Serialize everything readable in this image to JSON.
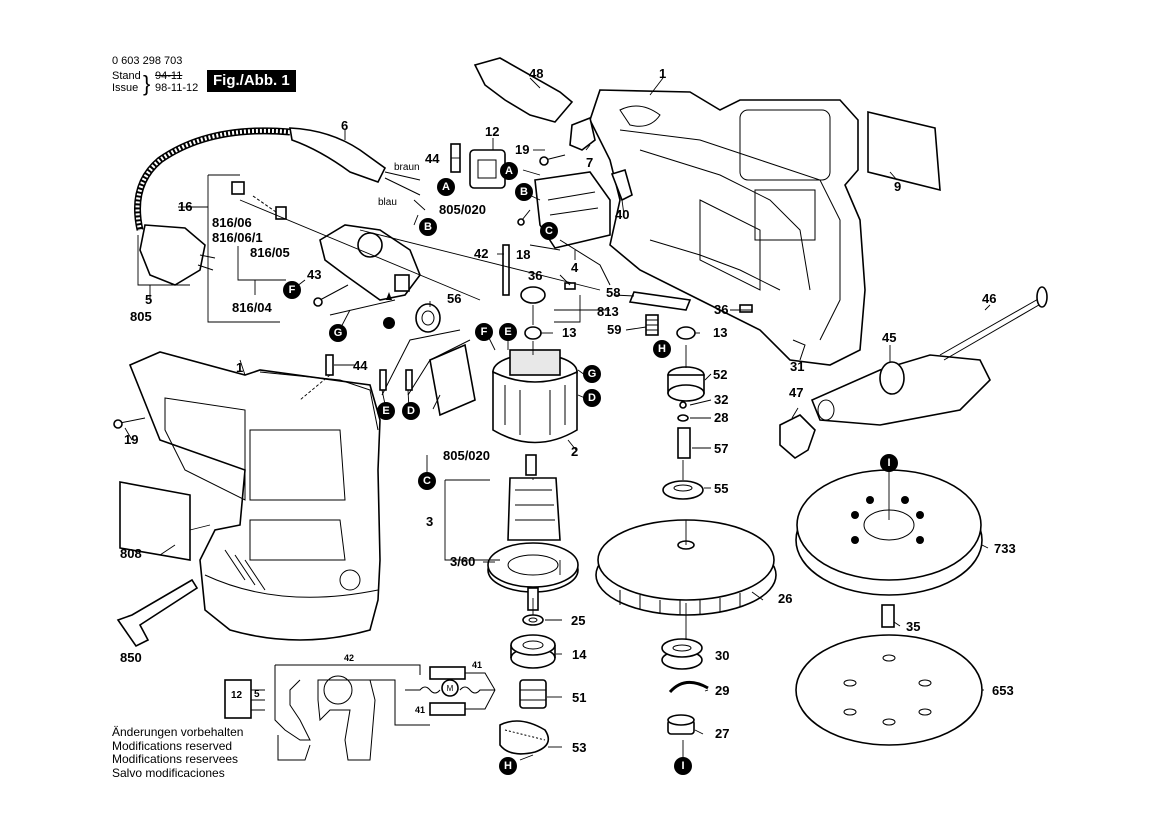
{
  "header": {
    "part_number": "0 603 298 703",
    "stand_label": "Stand",
    "issue_label": "Issue",
    "stand_value": "94-11",
    "issue_value": "98-11-12",
    "figure_label": "Fig./Abb. 1"
  },
  "wire_labels": {
    "braun": "braun",
    "blau": "blau"
  },
  "notes": [
    "Änderungen vorbehalten",
    "Modifications reserved",
    "Modifications reservees",
    "Salvo modificaciones"
  ],
  "callouts": [
    "A",
    "A",
    "B",
    "B",
    "C",
    "C",
    "D",
    "D",
    "E",
    "E",
    "F",
    "F",
    "G",
    "G",
    "H",
    "H",
    "I",
    "I"
  ],
  "part_labels": [
    "1",
    "1",
    "2",
    "3",
    "3/60",
    "4",
    "5",
    "6",
    "7",
    "9",
    "12",
    "13",
    "13",
    "14",
    "16",
    "18",
    "19",
    "19",
    "25",
    "26",
    "27",
    "28",
    "29",
    "30",
    "31",
    "32",
    "35",
    "36",
    "36",
    "40",
    "42",
    "43",
    "44",
    "44",
    "45",
    "46",
    "47",
    "48",
    "51",
    "52",
    "53",
    "55",
    "56",
    "57",
    "58",
    "59",
    "653",
    "733",
    "805",
    "805/020",
    "805/020",
    "808",
    "813",
    "816/04",
    "816/05",
    "816/06",
    "816/06/1",
    "850"
  ],
  "schematic": {
    "labels": [
      "12",
      "5",
      "42",
      "41",
      "41"
    ],
    "motor_label": "M"
  }
}
